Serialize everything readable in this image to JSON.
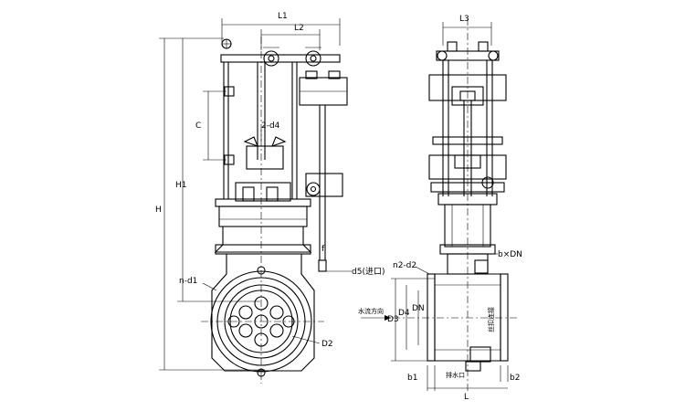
{
  "labels": {
    "L1": "L1",
    "L2": "L2",
    "L3": "L3",
    "H": "H",
    "H1": "H1",
    "C": "C",
    "n_d": "2-d4",
    "n_d1": "n-d1",
    "D2": "D2",
    "d5": "d5(进口)",
    "f": "f",
    "n2_d2": "n2-d2",
    "f_DN": "b×DN",
    "D3": "D3",
    "D4": "D4",
    "DN": "DN",
    "flow": "水流方向",
    "b_left": "b1",
    "b_right": "b2",
    "L": "L",
    "drain": "排水口",
    "screw": "丝扣连接"
  }
}
